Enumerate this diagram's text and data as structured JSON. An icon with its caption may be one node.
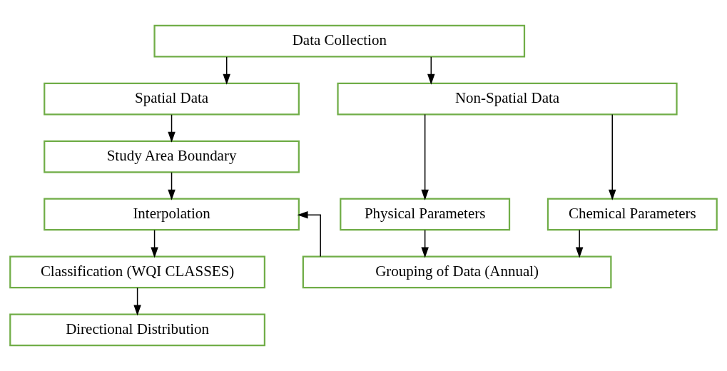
{
  "diagram": {
    "nodes": [
      {
        "text": [
          "Data Collection"
        ]
      },
      {
        "text": [
          "Spatial Data"
        ]
      },
      {
        "text": [
          "Non-Spatial Data"
        ]
      },
      {
        "text": [
          "Study Area Boundary"
        ]
      },
      {
        "text": [
          "Physical Parameters"
        ]
      },
      {
        "text": [
          "Chemical Parameters"
        ]
      },
      {
        "text": [
          "Interpolation"
        ]
      },
      {
        "text": [
          "Classification (WQI CLASSES)"
        ]
      },
      {
        "text": [
          "Grouping of Data (Annual)"
        ]
      },
      {
        "text": [
          "Directional Distribution"
        ]
      }
    ],
    "edges": [
      {
        "from": 0,
        "to": 1,
        "arrow": "to"
      },
      {
        "from": 0,
        "to": 2,
        "arrow": "to"
      },
      {
        "from": 1,
        "to": 3,
        "arrow": "to"
      },
      {
        "from": 3,
        "to": 6,
        "arrow": "to"
      },
      {
        "from": 2,
        "to": 4,
        "arrow": "to"
      },
      {
        "from": 2,
        "to": 5,
        "arrow": "to"
      },
      {
        "from": 4,
        "to": 8,
        "arrow": "to"
      },
      {
        "from": 5,
        "to": 8,
        "arrow": "to"
      },
      {
        "from": 8,
        "to": 6,
        "arrow": "to"
      },
      {
        "from": 6,
        "to": 7,
        "arrow": "to"
      },
      {
        "from": 7,
        "to": 9,
        "arrow": "to"
      }
    ]
  }
}
